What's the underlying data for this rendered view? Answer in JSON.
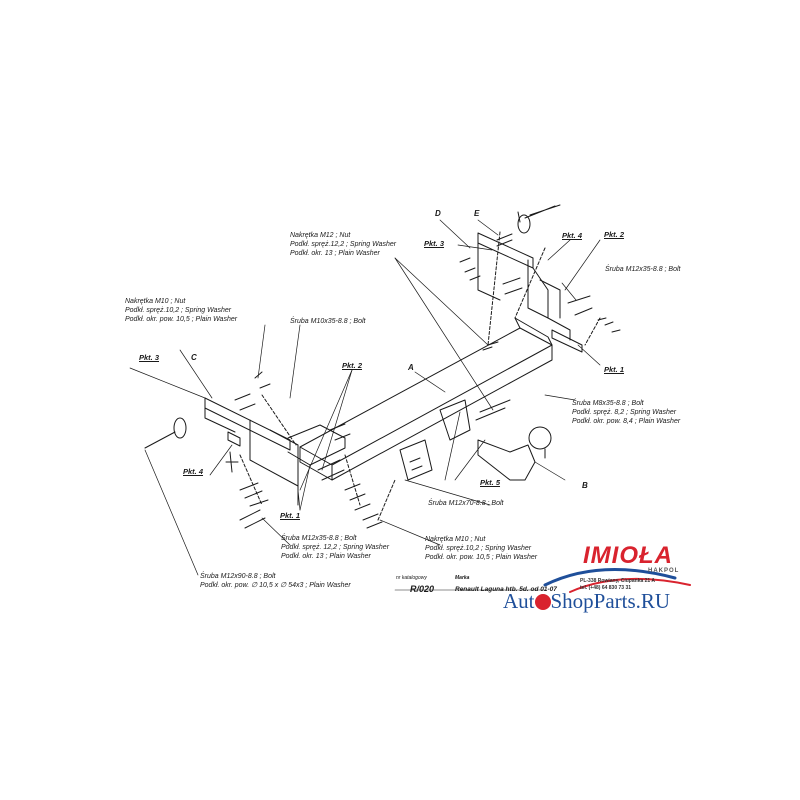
{
  "labels": {
    "nut_m12": "Nakrętka  M12 ; Nut",
    "spring_12_2": "Podkł. spręż.12,2 ; Spring Washer",
    "plain_13_top": "Podkł. okr. 13 ; Plain Washer",
    "nut_m10_left": "Nakrętka  M10 ; Nut",
    "spring_10_2_left": "Podkł. spręż.10,2 ; Spring Washer",
    "plain_10_5_left": "Podkł. okr. pow. 10,5 ; Plain Washer",
    "bolt_m10": "Śruba M10x35-8.8 ;  Bolt",
    "bolt_m12_right": "Śruba M12x35-8.8 ;  Bolt",
    "bolt_m8": "Śruba M8x35-8.8 ;  Bolt",
    "spring_8_2": "Podkł. spręż. 8,2 ; Spring Washer",
    "plain_8_4": "Podkł. okr. pow. 8,4 ; Plain Washer",
    "bolt_m12x70": "Śruba M12x70-8.8 ;  Bolt",
    "bolt_m12_bottom": "Śruba M12x35-8.8 ;  Bolt",
    "spring_12_2_bottom": "Podkł. spręż. 12,2 ; Spring Washer",
    "plain_13_bottom": "Podkł. okr. 13 ; Plain Washer",
    "nut_m10_bottom": "Nakrętka  M10 ; Nut",
    "spring_10_2_bottom": "Podkł. spręż.10,2 ; Spring Washer",
    "plain_10_5_bottom": "Podkł. okr. pow. 10,5 ; Plain Washer",
    "bolt_m12x90": "Śruba M12x90-8.8 ;  Bolt",
    "plain_10_5_54": "Podkł. okr. pow. ∅ 10,5 x ∅ 54x3 ; Plain Washer"
  },
  "pkt": {
    "pkt3_top": "Pkt. 3",
    "pkt4_top": "Pkt. 4",
    "pkt2_top": "Pkt. 2",
    "pkt1_right": "Pkt. 1",
    "pkt3_left": "Pkt. 3",
    "pkt2_mid": "Pkt. 2",
    "pkt4_left": "Pkt. 4",
    "pkt1_bottom": "Pkt. 1",
    "pkt5": "Pkt. 5"
  },
  "letters": {
    "d": "D",
    "e": "E",
    "c": "C",
    "a": "A",
    "b": "B"
  },
  "title_block": {
    "nr_label": "nr katalogowy",
    "nr_value": "R/020",
    "marka_label": "Marka",
    "marka_value": "Renault Laguna  htb. 5d.    od  01-07"
  },
  "logo": {
    "word": "IMIOŁA",
    "sub": "HAKPOL",
    "address_line1": "PL-338 Rowiany, Ciupanka 21 A",
    "address_line2": "tel. (+48) 64 830 73 31"
  },
  "watermark": {
    "part1": "Aut",
    "part2": "ShopParts.RU"
  },
  "colors": {
    "line": "#1a1a1a",
    "logo_red": "#d9232e",
    "watermark_blue": "#1f4f9a"
  }
}
